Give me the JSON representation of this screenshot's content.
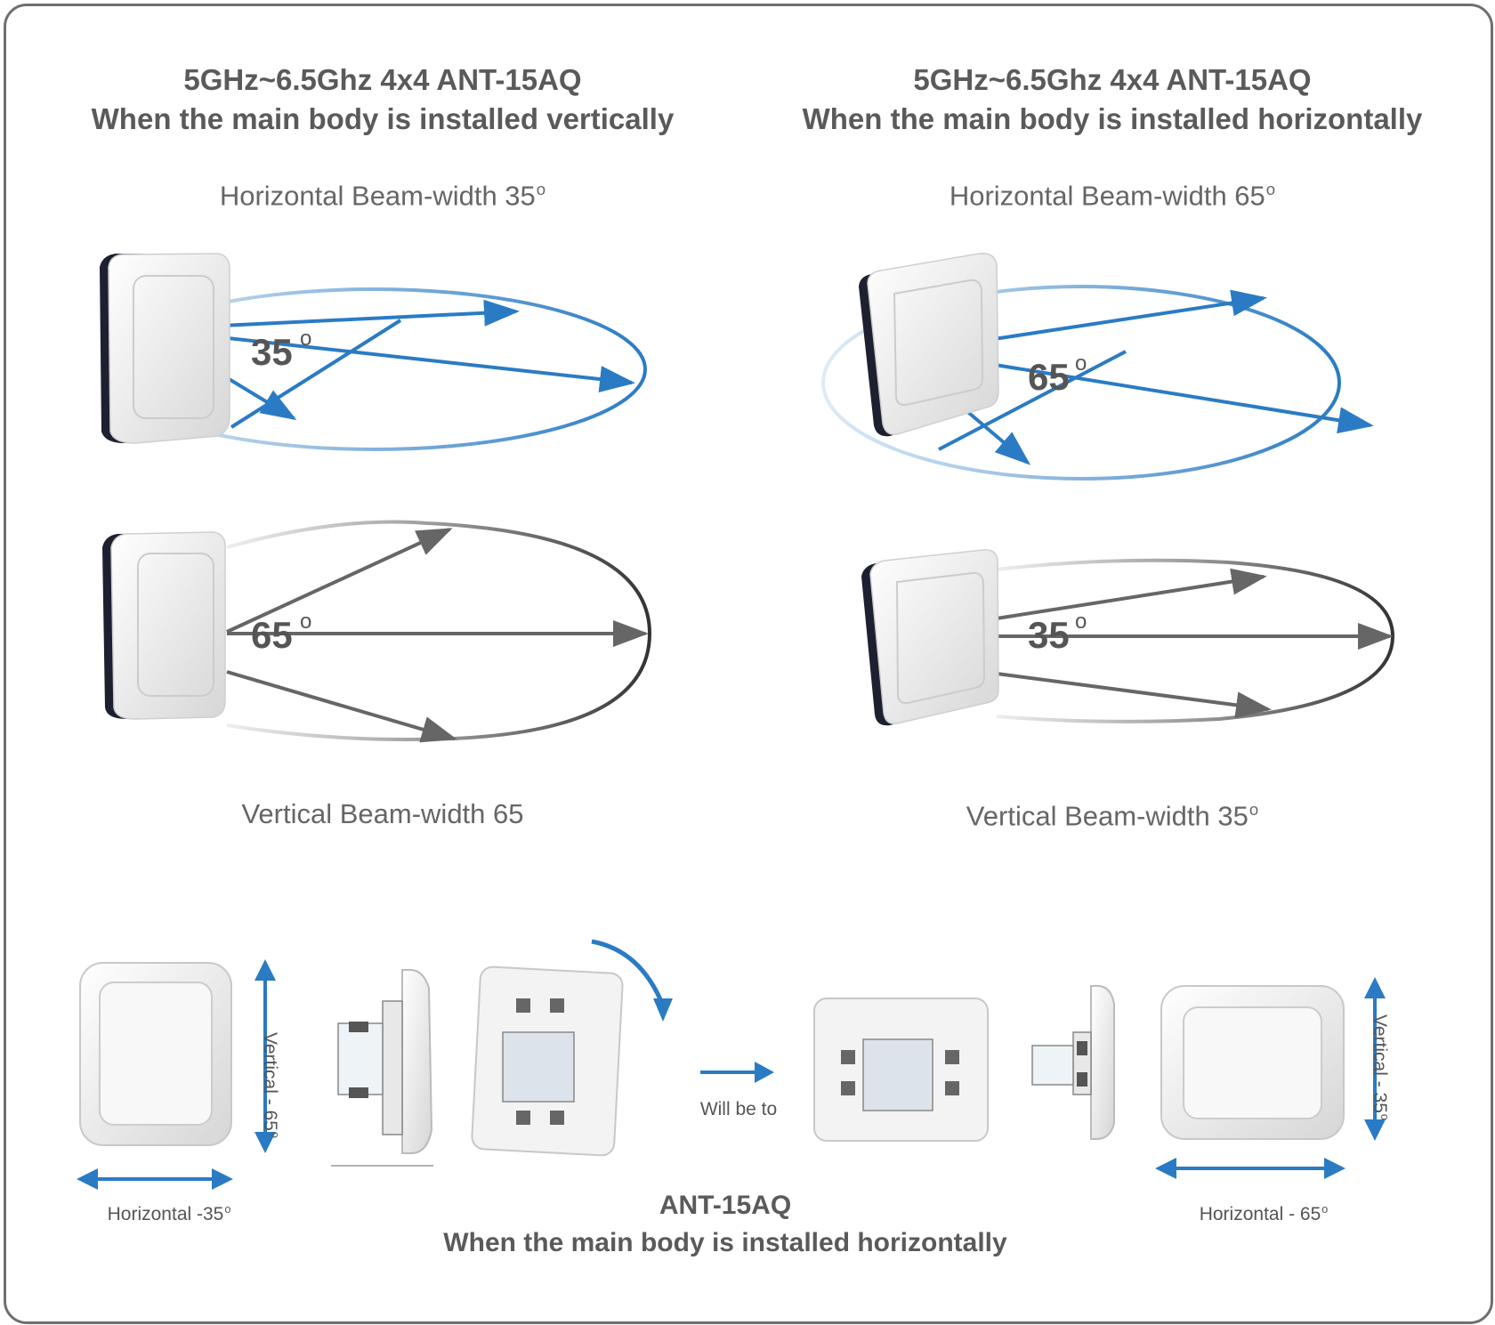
{
  "left_column": {
    "title_line1": "5GHz~6.5Ghz 4x4 ANT-15AQ",
    "title_line2": "When the main body is installed vertically",
    "horizontal_beam_label": "Horizontal Beam-width 35",
    "horizontal_angle": "35",
    "vertical_angle": "65",
    "vertical_beam_label": "Vertical Beam-width 65"
  },
  "right_column": {
    "title_line1": "5GHz~6.5Ghz 4x4 ANT-15AQ",
    "title_line2": "When the main body is installed horizontally",
    "horizontal_beam_label": "Horizontal Beam-width 65",
    "horizontal_angle": "65",
    "vertical_angle": "35",
    "vertical_beam_label": "Vertical Beam-width 35"
  },
  "bottom": {
    "left_vertical_label": "Vertical - 65",
    "left_horizontal_label": "Horizontal -35",
    "will_be_to": "Will be to",
    "right_vertical_label": "Vertical - 35",
    "right_horizontal_label": "Horizontal - 65",
    "caption_line1": "ANT-15AQ",
    "caption_line2": "When the main body is installed horizontally"
  },
  "colors": {
    "blue_beam": "#2a7bc4",
    "gray_beam": "#555555",
    "frame": "#6f6f6f",
    "title_text": "#5a5a5a"
  }
}
